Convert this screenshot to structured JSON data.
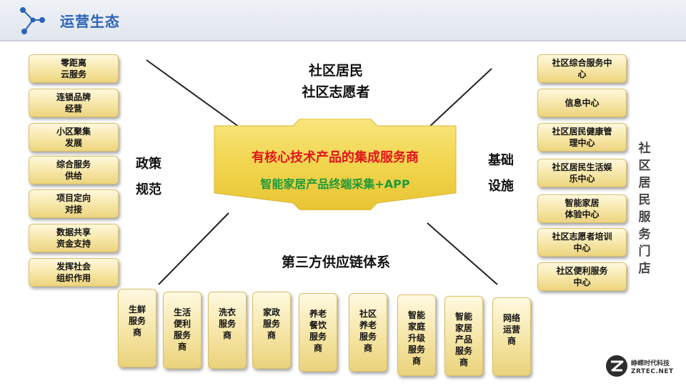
{
  "header": {
    "title": "运营生态"
  },
  "center": {
    "line1": "有核心技术产品的集成服务商",
    "line2": "智能家居产品终端采集+APP"
  },
  "labels": {
    "top_line1": "社区居民",
    "top_line2": "社区志愿者",
    "bottom": "第三方供应链体系",
    "left_line1": "政策",
    "left_line2": "规范",
    "right_line1": "基础",
    "right_line2": "设施",
    "vertical": "社区居民服务门店"
  },
  "left_boxes": [
    "零距离\n云服务",
    "连锁品牌\n经营",
    "小区聚集\n发展",
    "综合服务\n供给",
    "项目定向\n对接",
    "数据共享\n资金支持",
    "发挥社会\n组织作用"
  ],
  "right_boxes": [
    "社区综合服务中\n心",
    "信息中心",
    "社区居民健康管\n理中心",
    "社区居民生活娱\n乐中心",
    "智能家居\n体验中心",
    "社区志愿者培训\n中心",
    "社区便利服务\n中心"
  ],
  "bottom_boxes": [
    "生鲜\n服务\n商",
    "生活\n便利\n服务\n商",
    "洗衣\n服务\n商",
    "家政\n服务\n商",
    "养老\n餐饮\n服务\n商",
    "社区\n养老\n服务\n商",
    "智能\n家庭\n升级\n服务\n商",
    "智能\n家居\n产品\n服务\n商",
    "网络\n运营\n商"
  ],
  "brand": {
    "top": "峥嵘时代科技",
    "bottom": "ZRTEC.NET"
  },
  "colors": {
    "title": "#2a64b8",
    "center_line1": "#e2151d",
    "center_line2": "#1e9a3a",
    "box_fill": "#f6e6a6",
    "center_shape": "#f2d860"
  }
}
